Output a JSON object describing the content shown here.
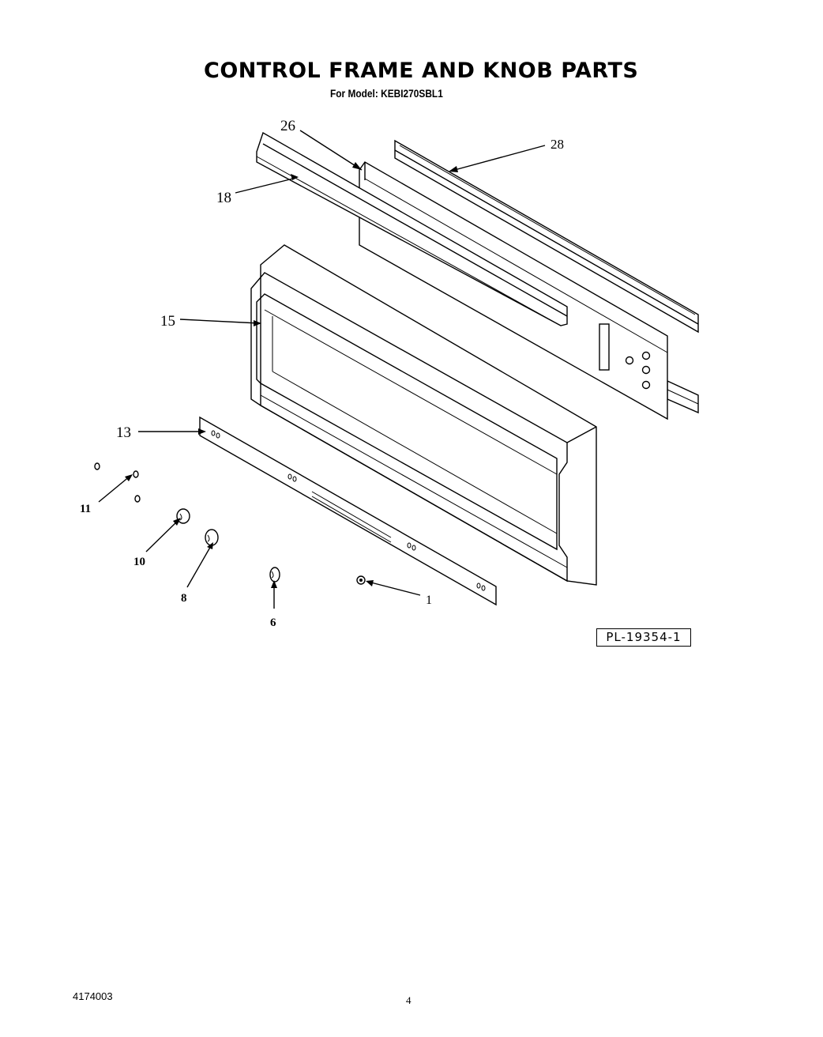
{
  "header": {
    "title": "CONTROL FRAME AND KNOB PARTS",
    "subtitle": "For Model: KEBI270SBL1"
  },
  "callouts": {
    "c26": "26",
    "c28": "28",
    "c18": "18",
    "c15": "15",
    "c13": "13",
    "c11": "11",
    "c10": "10",
    "c8": "8",
    "c6": "6",
    "c1": "1"
  },
  "plate_id": "PL-19354-1",
  "footer": {
    "doc_number": "4174003",
    "page_number": "4"
  }
}
